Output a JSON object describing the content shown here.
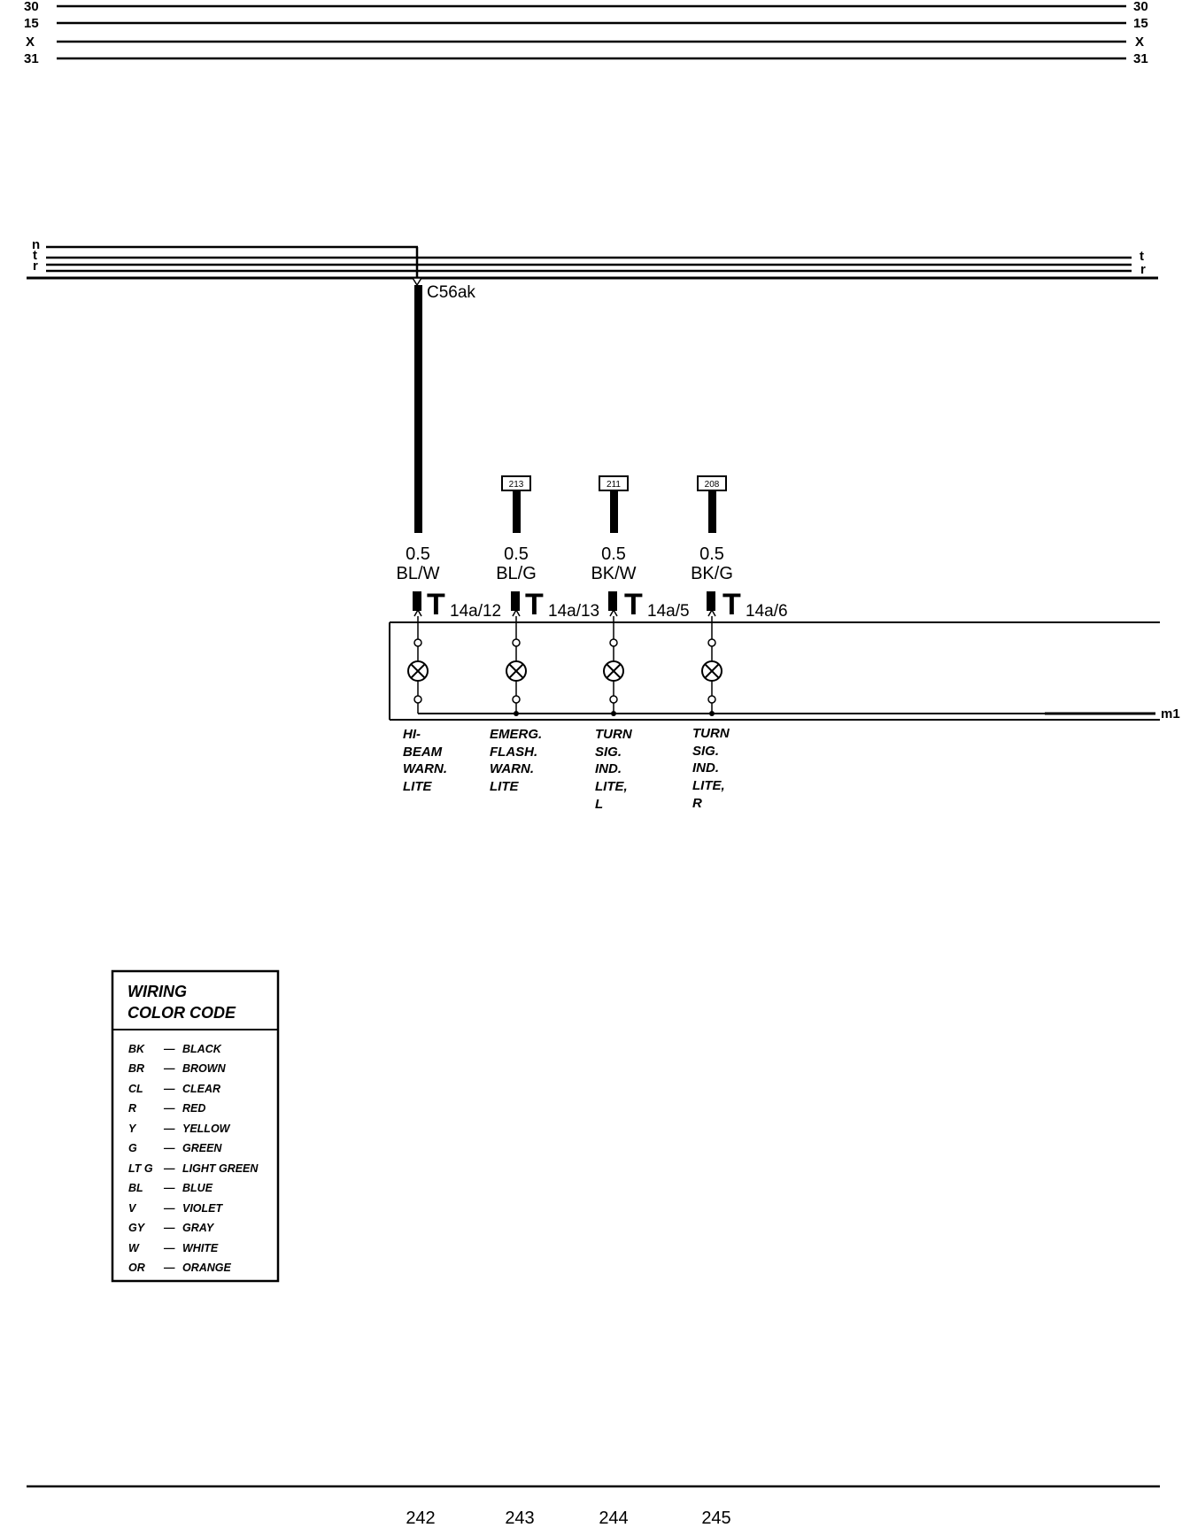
{
  "bus_top": [
    {
      "left": "30",
      "right": "30"
    },
    {
      "left": "15",
      "right": "15"
    },
    {
      "left": "X",
      "right": "X"
    },
    {
      "left": "31",
      "right": "31"
    }
  ],
  "harness": {
    "left_labels": [
      "n",
      "t",
      "r"
    ],
    "right_labels": [
      "t",
      "r"
    ],
    "splice_label": "C56ak"
  },
  "circuits": [
    {
      "ref": "",
      "gauge": "0.5",
      "color": "BL/W",
      "connector": "T",
      "pin": "14a/12",
      "lamp_lines": [
        "HI-",
        "BEAM",
        "WARN.",
        "LITE"
      ]
    },
    {
      "ref": "213",
      "gauge": "0.5",
      "color": "BL/G",
      "connector": "T",
      "pin": "14a/13",
      "lamp_lines": [
        "EMERG.",
        "FLASH.",
        "WARN.",
        "LITE"
      ]
    },
    {
      "ref": "211",
      "gauge": "0.5",
      "color": "BK/W",
      "connector": "T",
      "pin": "14a/5",
      "lamp_lines": [
        "TURN",
        "SIG.",
        "IND.",
        "LITE,",
        "L"
      ]
    },
    {
      "ref": "208",
      "gauge": "0.5",
      "color": "BK/G",
      "connector": "T",
      "pin": "14a/6",
      "lamp_lines": [
        "TURN",
        "SIG.",
        "IND.",
        "LITE,",
        "R"
      ]
    }
  ],
  "ground_label": "m1",
  "legend": {
    "title_lines": [
      "WIRING",
      "COLOR CODE"
    ],
    "rows": [
      {
        "code": "BK",
        "name": "BLACK"
      },
      {
        "code": "BR",
        "name": "BROWN"
      },
      {
        "code": "CL",
        "name": "CLEAR"
      },
      {
        "code": "R",
        "name": "RED"
      },
      {
        "code": "Y",
        "name": "YELLOW"
      },
      {
        "code": "G",
        "name": "GREEN"
      },
      {
        "code": "LT G",
        "name": "LIGHT GREEN"
      },
      {
        "code": "BL",
        "name": "BLUE"
      },
      {
        "code": "V",
        "name": "VIOLET"
      },
      {
        "code": "GY",
        "name": "GRAY"
      },
      {
        "code": "W",
        "name": "WHITE"
      },
      {
        "code": "OR",
        "name": "ORANGE"
      }
    ]
  },
  "footer_refs": [
    "242",
    "243",
    "244",
    "245"
  ]
}
